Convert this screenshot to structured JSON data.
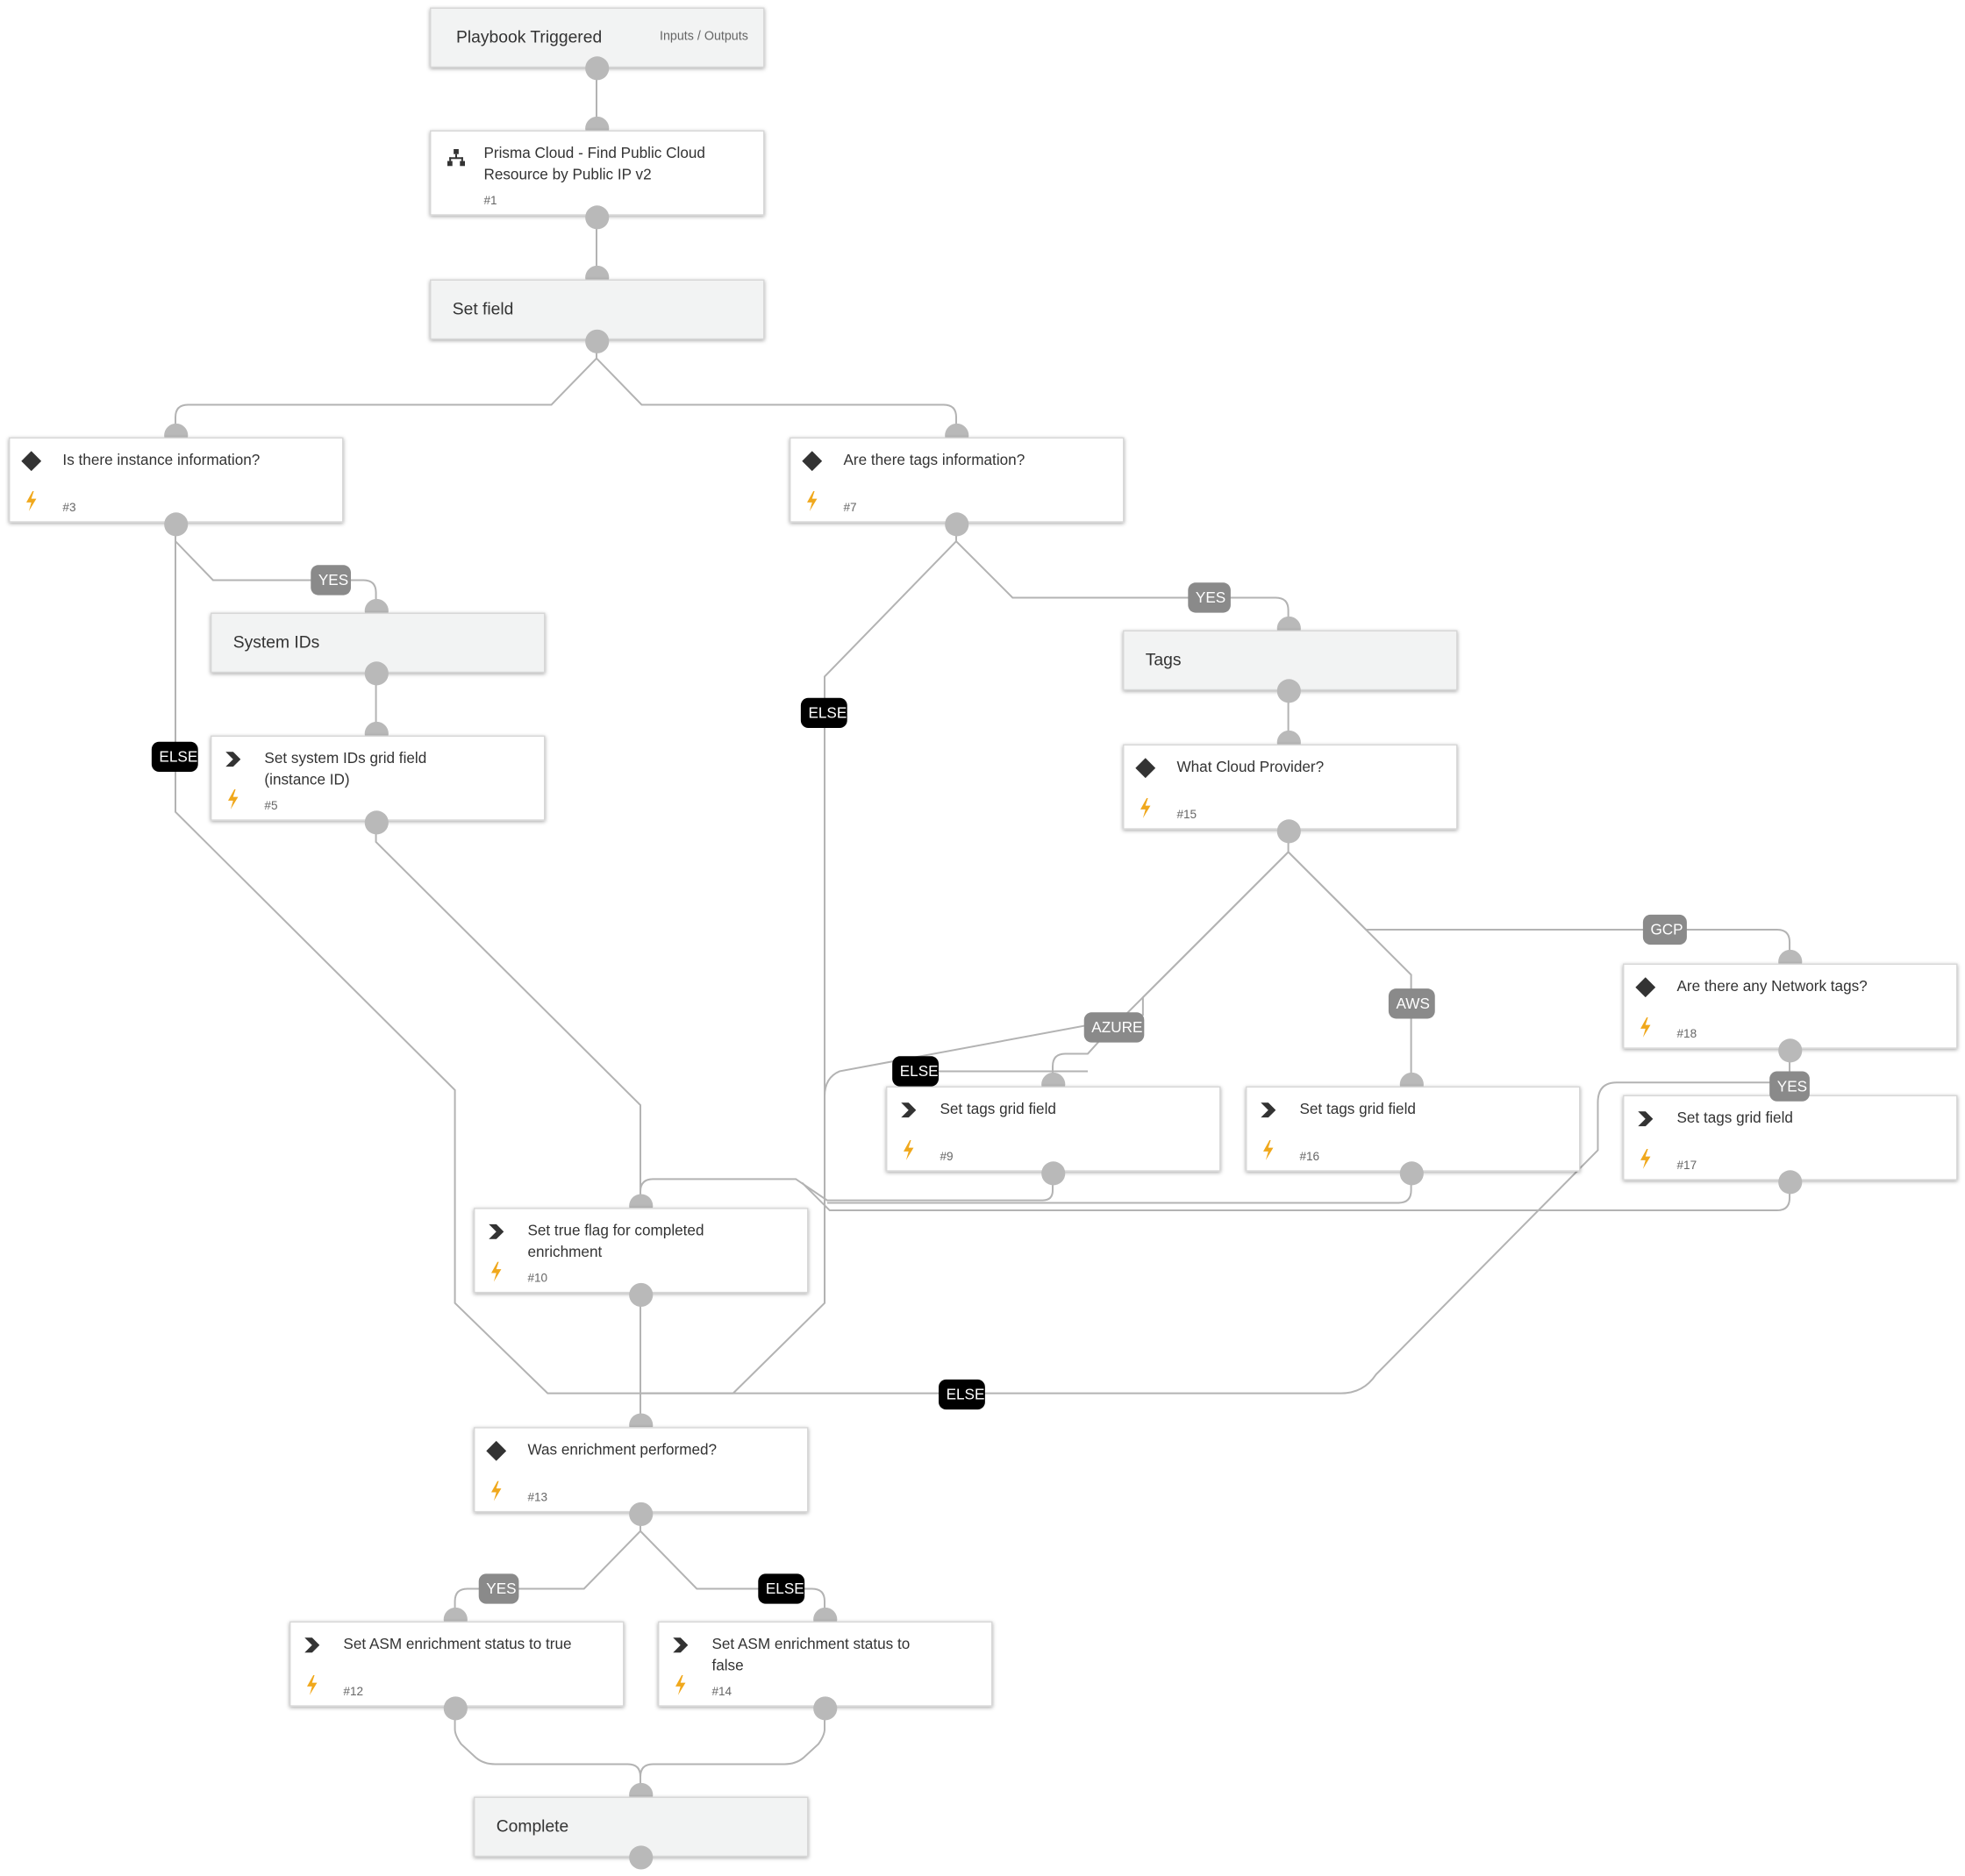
{
  "nodes": {
    "trigger": {
      "title": "Playbook Triggered",
      "sub": "Inputs / Outputs"
    },
    "n1": {
      "title": "Prisma Cloud - Find Public Cloud Resource by Public IP v2",
      "num": "#1"
    },
    "setfield": {
      "title": "Set field"
    },
    "n3": {
      "title": "Is there instance information?",
      "num": "#3"
    },
    "n7": {
      "title": "Are there tags information?",
      "num": "#7"
    },
    "sysids": {
      "title": "System IDs"
    },
    "n5": {
      "title": "Set system IDs grid field (instance ID)",
      "num": "#5"
    },
    "tags": {
      "title": "Tags"
    },
    "n15": {
      "title": "What Cloud Provider?",
      "num": "#15"
    },
    "n18": {
      "title": "Are there any Network tags?",
      "num": "#18"
    },
    "n9": {
      "title": "Set tags grid field",
      "num": "#9"
    },
    "n16": {
      "title": "Set tags grid field",
      "num": "#16"
    },
    "n17": {
      "title": "Set tags grid field",
      "num": "#17"
    },
    "n10": {
      "title": "Set true flag for completed enrichment",
      "num": "#10"
    },
    "n13": {
      "title": "Was enrichment performed?",
      "num": "#13"
    },
    "n12": {
      "title": "Set ASM enrichment status to true",
      "num": "#12"
    },
    "n14": {
      "title": "Set ASM enrichment status to false",
      "num": "#14"
    },
    "complete": {
      "title": "Complete"
    }
  },
  "labels": {
    "yes3": "YES",
    "else3": "ELSE",
    "yes7": "YES",
    "else7": "ELSE",
    "gcp": "GCP",
    "aws": "AWS",
    "azure": "AZURE",
    "else15": "ELSE",
    "yes18": "YES",
    "else18": "ELSE",
    "yes13": "YES",
    "else13": "ELSE"
  },
  "icons": {
    "subplaybook": "sitemap-icon",
    "condition": "diamond-icon",
    "action": "chevron-right-icon",
    "automation": "lightning-icon"
  },
  "colors": {
    "edge": "#b3b3b3",
    "port": "#b9b9b9",
    "section_bg": "#f2f3f3",
    "yes_label": "#8a8a8a",
    "else_label": "#000000",
    "lightning": "#f0a81c"
  }
}
